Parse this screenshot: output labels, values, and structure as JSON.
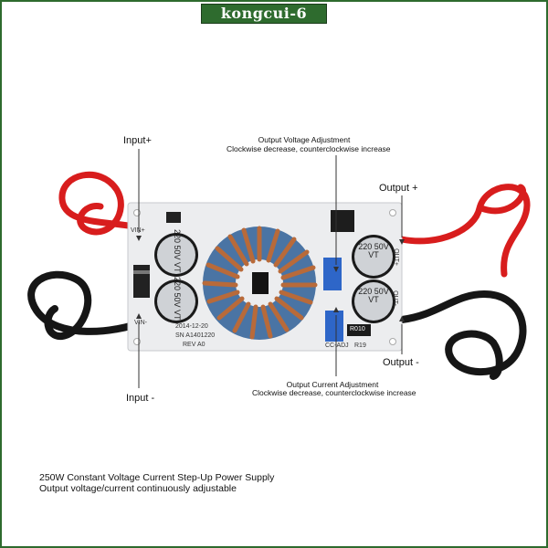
{
  "watermark": "kongcui-6",
  "labels": {
    "input_plus": "Input+",
    "input_minus": "Input -",
    "output_plus": "Output +",
    "output_minus": "Output -"
  },
  "voltage_adjust": {
    "title": "Output Voltage Adjustment",
    "note": "Clockwise decrease, counterclockwise increase"
  },
  "current_adjust": {
    "title": "Output Current Adjustment",
    "note": "Clockwise decrease, counterclockwise increase"
  },
  "caption": {
    "line1": "250W Constant Voltage Current Step-Up Power Supply",
    "line2": "Output voltage/current continuously adjustable"
  },
  "board_markings": {
    "cap_top_left": "220 50V VT",
    "cap_bottom_left": "220 50V VT",
    "cap_top_right": "220 50V VT",
    "cap_bottom_right": "220 50V VT",
    "date": "2014-12-20",
    "serial": "SN A1401220",
    "rev": "REV A0",
    "resistor": "R010",
    "cc_adj": "CC-ADJ",
    "r19": "R19",
    "vin_plus": "VIN+",
    "vin_minus": "VIN-",
    "out_plus": "OUT+",
    "out_minus": "OUT-"
  },
  "colors": {
    "frame": "#2e6b2e",
    "pcb": "#ecedef",
    "toroid": "#4a74a4",
    "copper": "#b86a3a",
    "red_wire": "#d81d1d",
    "black_wire": "#161616",
    "pot": "#2e66c8"
  }
}
